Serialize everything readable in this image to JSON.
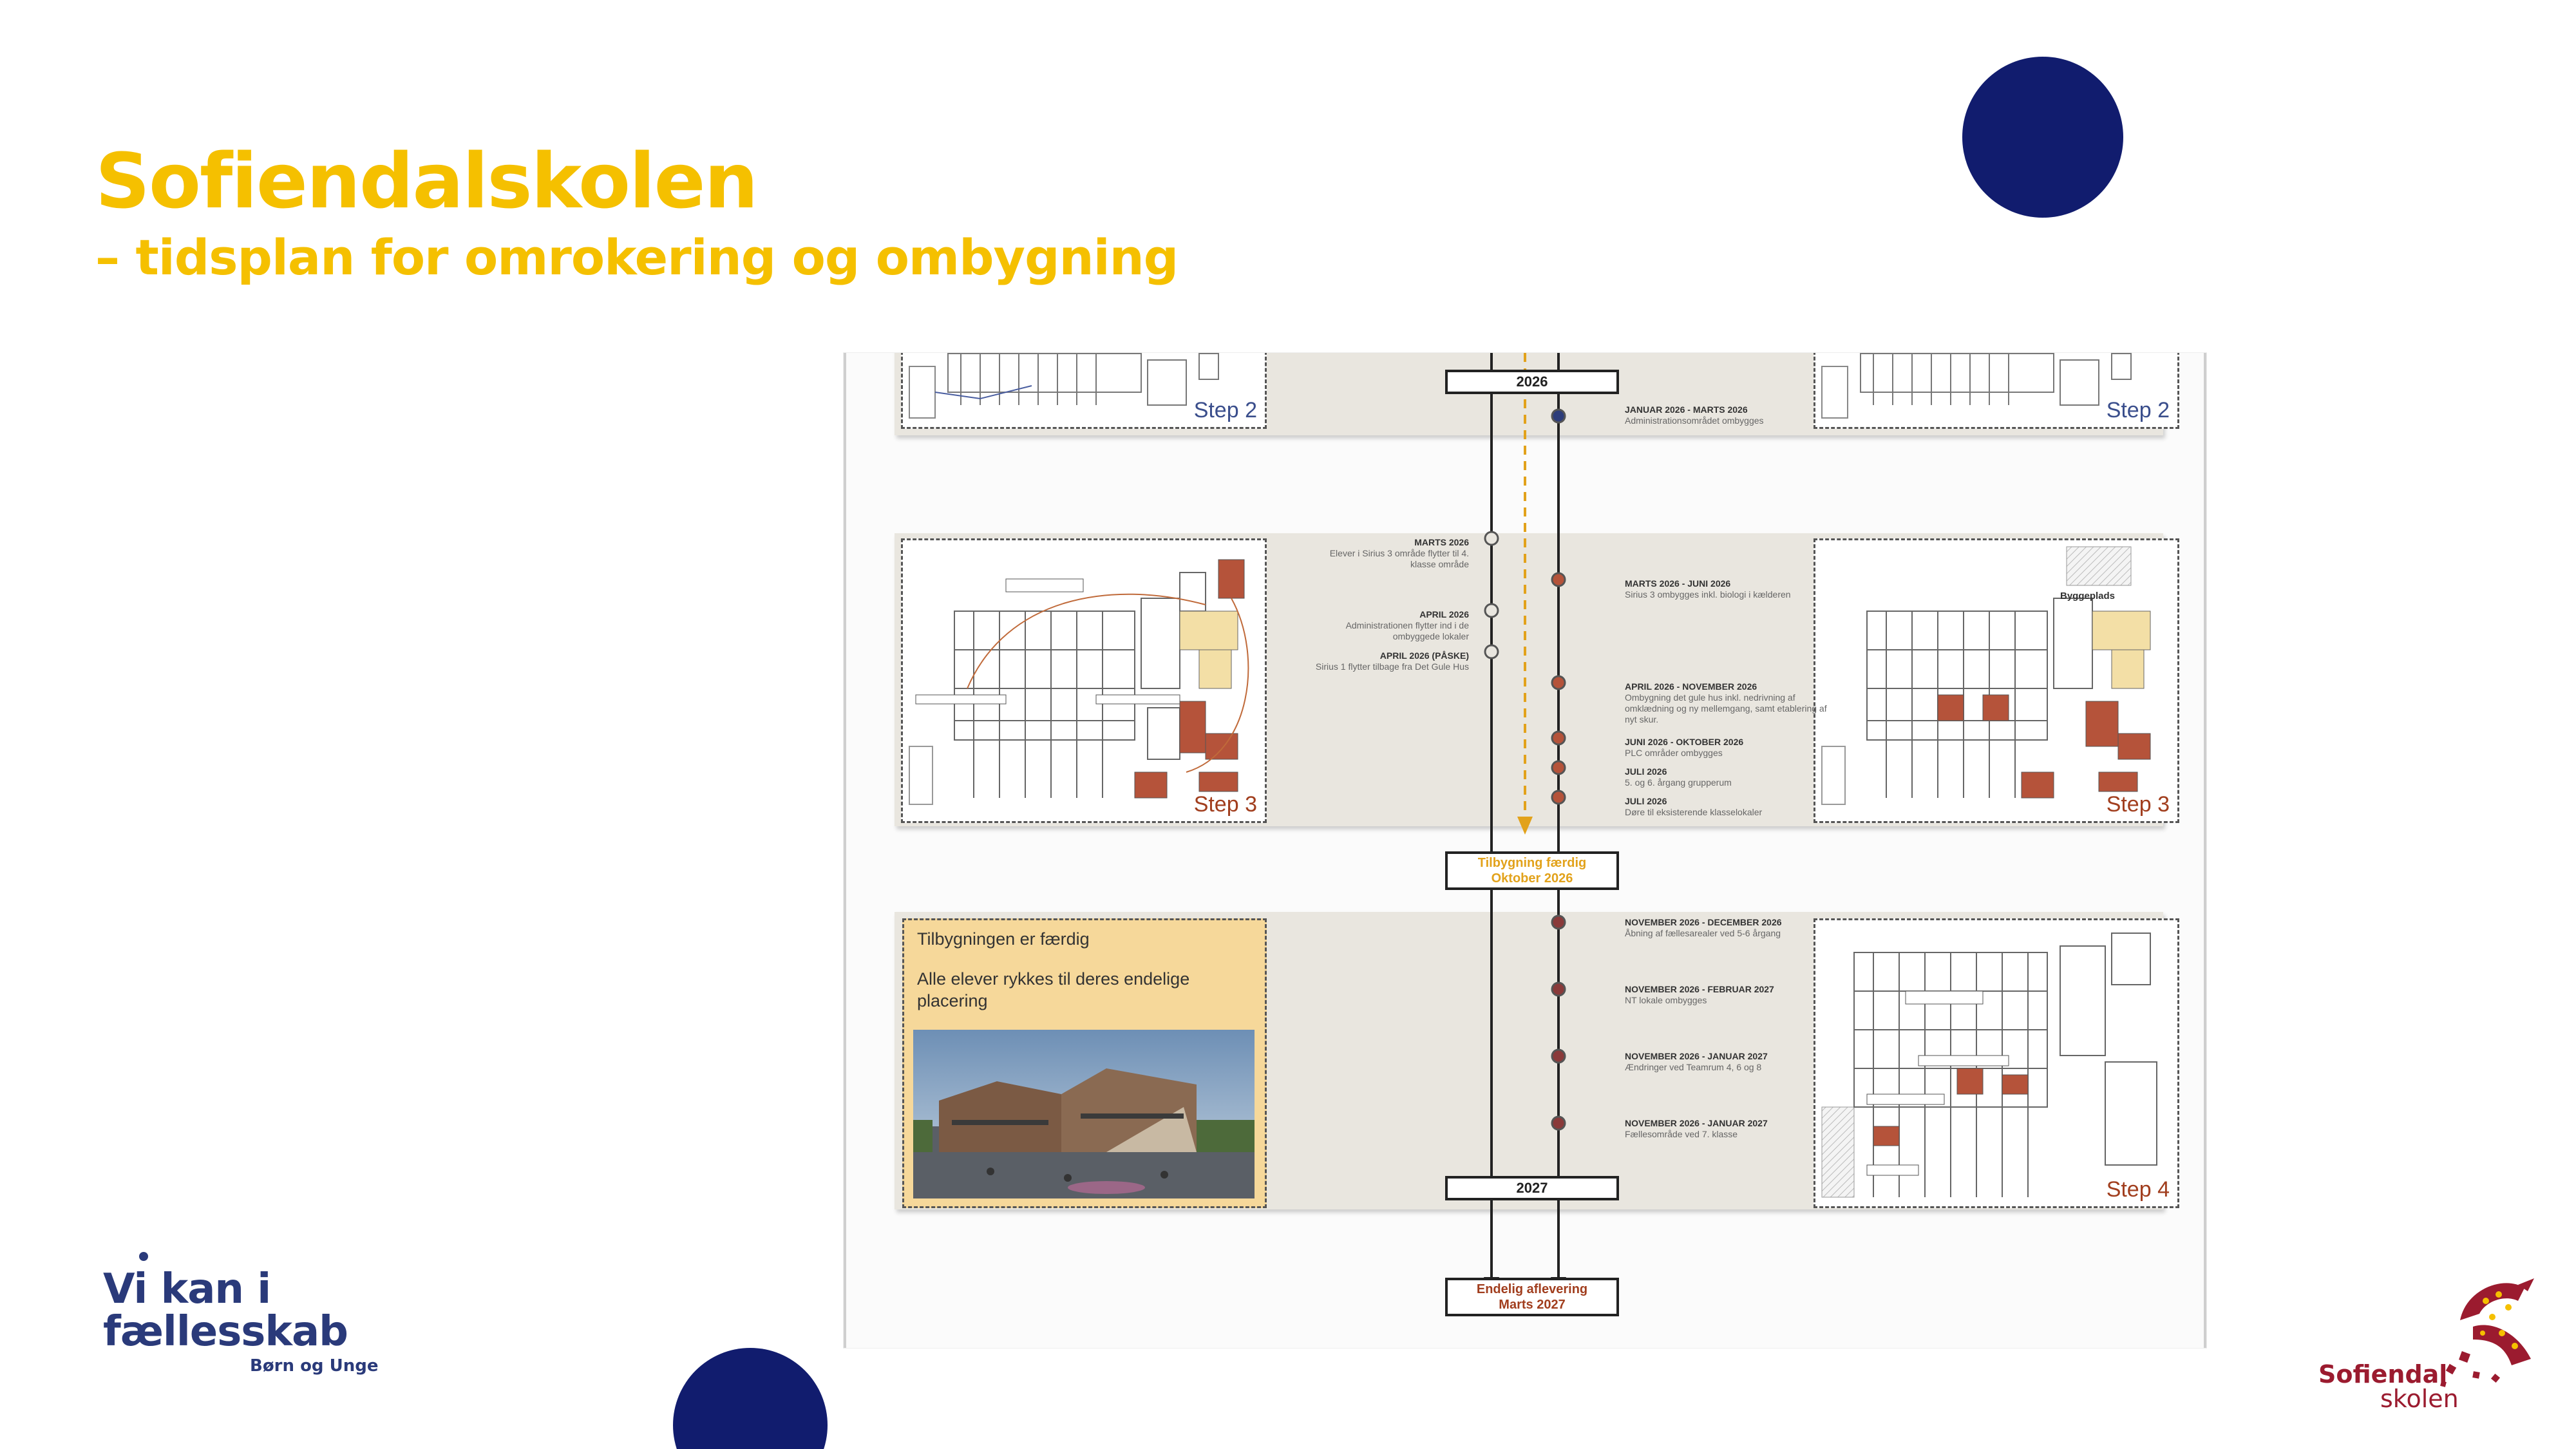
{
  "slide": {
    "title": "Sofiendalskolen",
    "subtitle": "– tidsplan for omrokering og ombygning"
  },
  "colors": {
    "title": "#f5c000",
    "circle": "#111c6e",
    "panel": "#e9e6df",
    "accent_red": "#a13e1e",
    "accent_gold": "#e2a21b"
  },
  "timeline": {
    "year_2026": "2026",
    "year_2027": "2027",
    "milestone_1": {
      "line1": "Tilbygning færdig",
      "line2": "Oktober 2026"
    },
    "milestone_final": {
      "line1": "Endelig aflevering",
      "line2": "Marts 2027"
    },
    "steps": {
      "step2": "Step 2",
      "step3": "Step 3",
      "step4": "Step 4"
    },
    "plan_labels": {
      "byggeplads": "Byggeplads"
    },
    "events_2026_top": [
      {
        "date": "JANUAR 2026 - MARTS 2026",
        "text": "Administrationsområdet ombygges"
      }
    ],
    "events_step3_left": [
      {
        "date": "MARTS 2026",
        "text": "Elever i Sirius 3 område flytter til 4. klasse område"
      },
      {
        "date": "APRIL 2026",
        "text": "Administrationen flytter ind i de ombyggede lokaler"
      },
      {
        "date": "APRIL 2026 (PÅSKE)",
        "text": "Sirius 1 flytter tilbage fra Det Gule Hus"
      }
    ],
    "events_step3_right": [
      {
        "date": "MARTS 2026 - JUNI 2026",
        "text": "Sirius 3 ombygges inkl. biologi i kælderen"
      },
      {
        "date": "APRIL 2026 - NOVEMBER 2026",
        "text": "Ombygning det gule hus inkl. nedrivning af omklædning og ny mellemgang, samt etablering af nyt skur."
      },
      {
        "date": "JUNI 2026 - OKTOBER 2026",
        "text": "PLC områder ombygges"
      },
      {
        "date": "JULI 2026",
        "text": "5. og 6. årgang grupperum"
      },
      {
        "date": "JULI 2026",
        "text": "Døre til eksisterende klasselokaler"
      }
    ],
    "events_step4_right": [
      {
        "date": "NOVEMBER 2026 - DECEMBER 2026",
        "text": "Åbning af fællesarealer ved 5-6 årgang"
      },
      {
        "date": "NOVEMBER 2026 - FEBRUAR 2027",
        "text": "NT lokale ombygges"
      },
      {
        "date": "NOVEMBER 2026 - JANUAR 2027",
        "text": "Ændringer ved Teamrum 4, 6 og 8"
      },
      {
        "date": "NOVEMBER 2026 - JANUAR 2027",
        "text": "Fællesområde ved 7. klasse"
      }
    ],
    "info_box": {
      "title": "Tilbygningen er færdig",
      "body": "Alle elever rykkes til deres endelige placering"
    }
  },
  "logos": {
    "left": {
      "line1": "Vi kan i",
      "line2": "fællesskab",
      "line3": "Børn og Unge"
    },
    "right": {
      "line1": "Sofiendal",
      "line2": "skolen"
    }
  }
}
